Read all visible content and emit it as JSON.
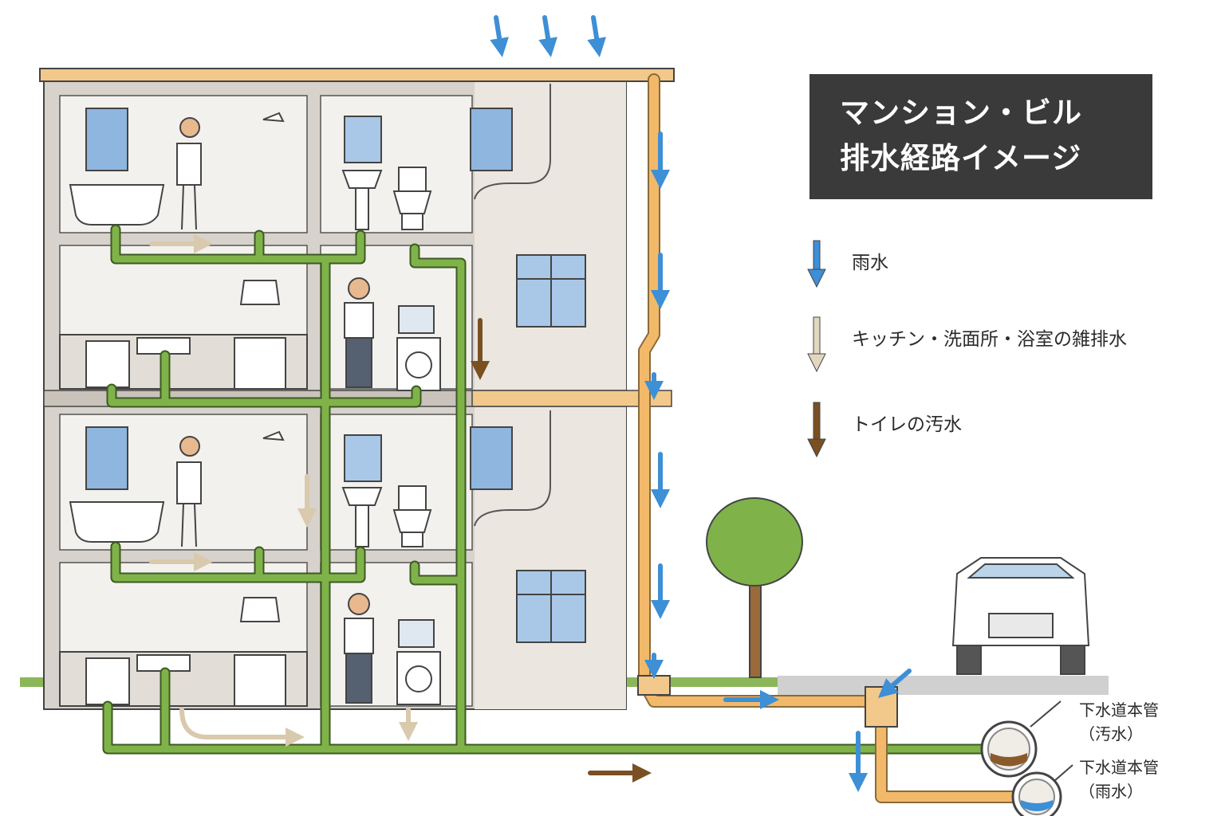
{
  "title": {
    "line1": "マンション・ビル",
    "line2": "排水経路イメージ"
  },
  "legend": [
    {
      "label": "雨水",
      "color": "#3d8fd6",
      "icon": "down-arrow-icon"
    },
    {
      "label": "キッチン・洗面所・浴室の雑排水",
      "color": "#e3d6bf",
      "icon": "down-arrow-icon"
    },
    {
      "label": "トイレの汚水",
      "color": "#7a4f22",
      "icon": "down-arrow-icon"
    }
  ],
  "sewer_labels": {
    "sewage": {
      "line1": "下水道本管",
      "line2": "（汚水）"
    },
    "rain": {
      "line1": "下水道本管",
      "line2": "（雨水）"
    }
  },
  "colors": {
    "rain": "#3d8fd6",
    "graywater": "#e3d6bf",
    "sewage": "#7a4f22",
    "drain_pipe": "#6f9e3a",
    "rain_pipe": "#f2b96a",
    "wall": "#e8e3dd",
    "ground": "#8bb75a"
  }
}
